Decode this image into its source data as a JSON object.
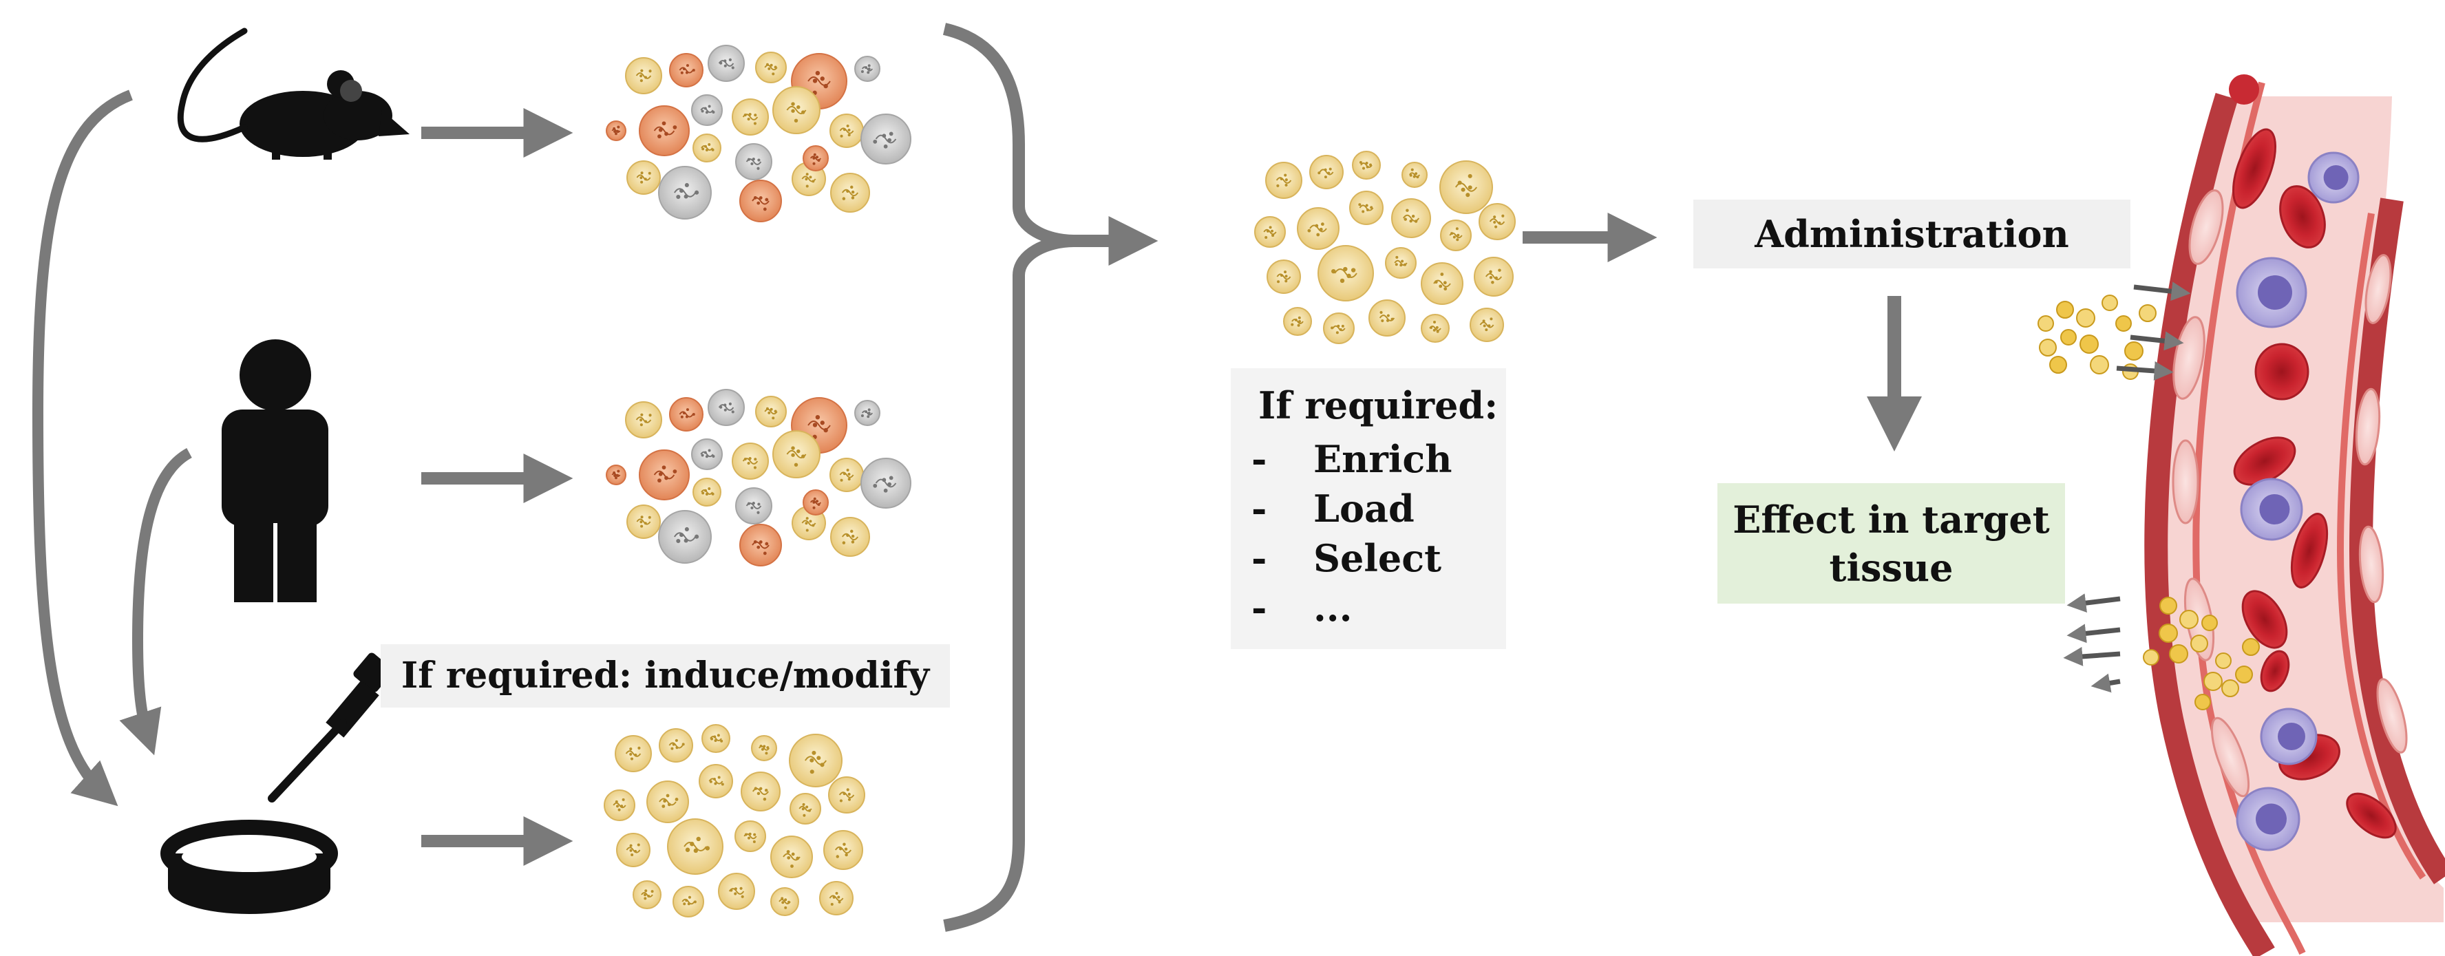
{
  "labels": {
    "induce_modify": "If required: induce/modify",
    "if_required": "If required:",
    "options": [
      {
        "dash": "-",
        "text": "Enrich"
      },
      {
        "dash": "-",
        "text": "Load"
      },
      {
        "dash": "-",
        "text": "Select"
      },
      {
        "dash": "-",
        "text": "..."
      }
    ],
    "administration": "Administration",
    "effect": "Effect in target tissue"
  },
  "icons": [
    "mouse-icon",
    "human-icon",
    "petri-dish-icon",
    "pipette-icon",
    "vesicle-cluster-icon",
    "blood-vessel-icon"
  ],
  "colors": {
    "arrow": "#7a7a7a",
    "vesicle_yellow": "#f0d58a",
    "vesicle_orange": "#ec9a6e",
    "vesicle_grey": "#c9c9c9",
    "effect_box": "#e3f0da",
    "vessel_wall": "#b93a3e",
    "vessel_lumen": "#f6d2d0",
    "red_cell": "#c8232e"
  }
}
